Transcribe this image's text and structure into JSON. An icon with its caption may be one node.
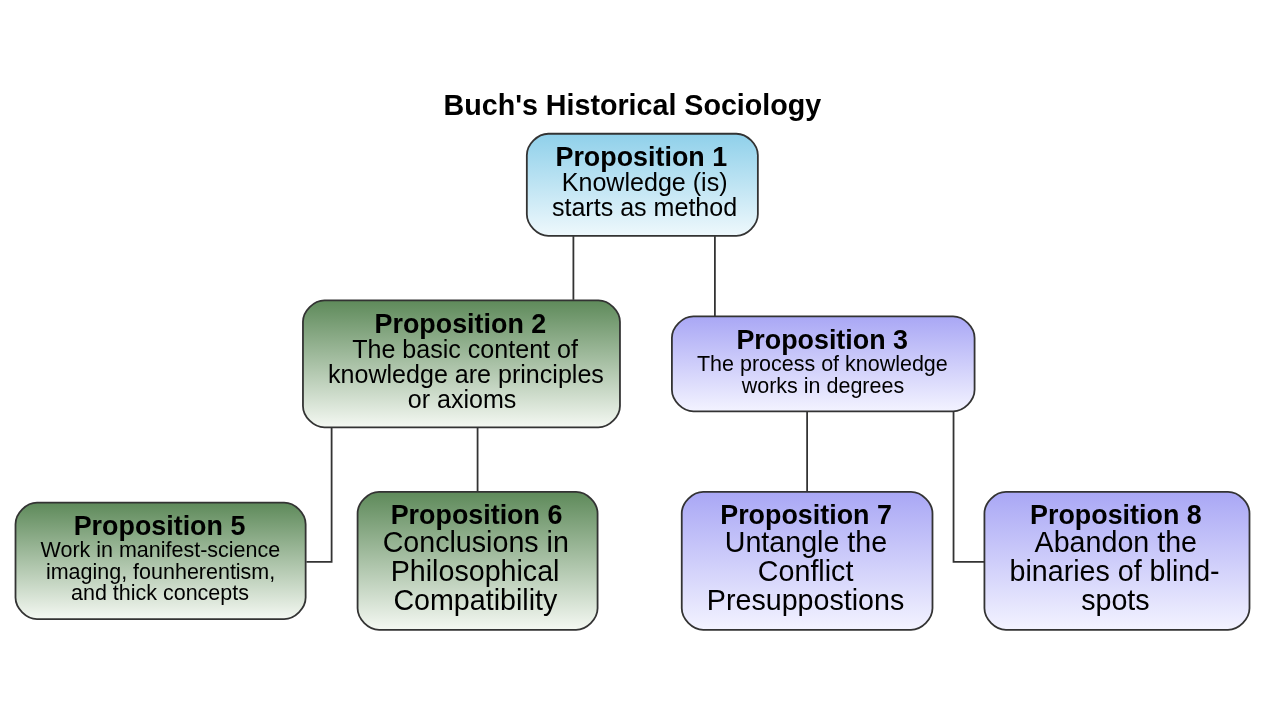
{
  "diagram": {
    "title": "Buch's Historical Sociology",
    "nodes": [
      {
        "text": [
          "Proposition 1",
          "Knowledge (is) starts as method"
        ]
      },
      {
        "text": [
          "Proposition 2",
          "The basic content of knowledge are principles or axioms"
        ]
      },
      {
        "text": [
          "Proposition 3",
          "The process of knowledge works in degrees"
        ]
      },
      {
        "text": [
          "Proposition 5",
          "Work in manifest-science imaging, founherentism, and thick concepts"
        ]
      },
      {
        "text": [
          "Proposition 6",
          "Conclusions in Philosophical Compatibility"
        ]
      },
      {
        "text": [
          "Proposition 7",
          "Untangle the Conflict Presuppostions"
        ]
      },
      {
        "text": [
          "Proposition 8",
          "Abandon the binaries of blind-spots"
        ]
      }
    ],
    "edges": [
      {
        "from": 0,
        "to": 1,
        "arrow": "none"
      },
      {
        "from": 0,
        "to": 2,
        "arrow": "none"
      },
      {
        "from": 1,
        "to": 3,
        "arrow": "none"
      },
      {
        "from": 1,
        "to": 4,
        "arrow": "none"
      },
      {
        "from": 2,
        "to": 5,
        "arrow": "none"
      },
      {
        "from": 2,
        "to": 6,
        "arrow": "none"
      }
    ]
  }
}
